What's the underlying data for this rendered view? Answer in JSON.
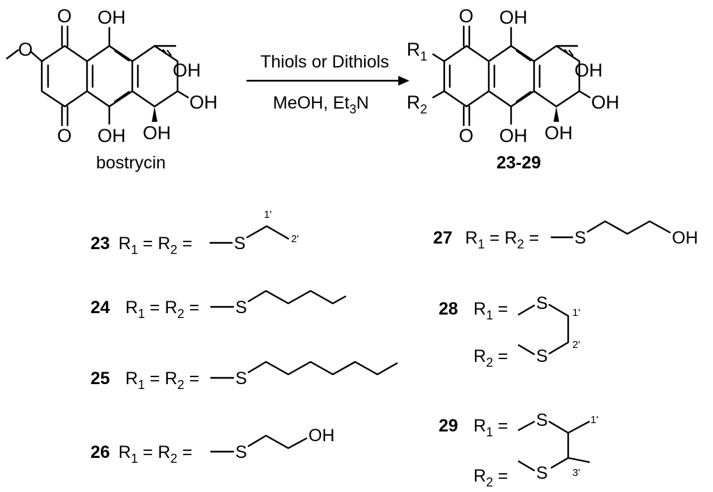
{
  "reagents": {
    "line1": "Thiols or Dithiols",
    "line2_a": "MeOH, Et",
    "line2_sub": "3",
    "line2_b": "N"
  },
  "start": {
    "name": "bostrycin",
    "atoms": {
      "O": "O",
      "OH": "OH"
    }
  },
  "product": {
    "label": "23-29",
    "R": "R",
    "sub1": "1",
    "sub2": "2"
  },
  "equation": {
    "R": "R",
    "eq": "=",
    "sub1": "1",
    "sub2": "2",
    "S": "S",
    "OH": "OH"
  },
  "compounds": [
    {
      "num": "23",
      "pos1": "1'",
      "pos2": "2'"
    },
    {
      "num": "24"
    },
    {
      "num": "25"
    },
    {
      "num": "26"
    },
    {
      "num": "27"
    },
    {
      "num": "28",
      "pos1": "1'",
      "pos2": "2'"
    },
    {
      "num": "29",
      "pos1": "1'",
      "pos2": "3'"
    }
  ]
}
